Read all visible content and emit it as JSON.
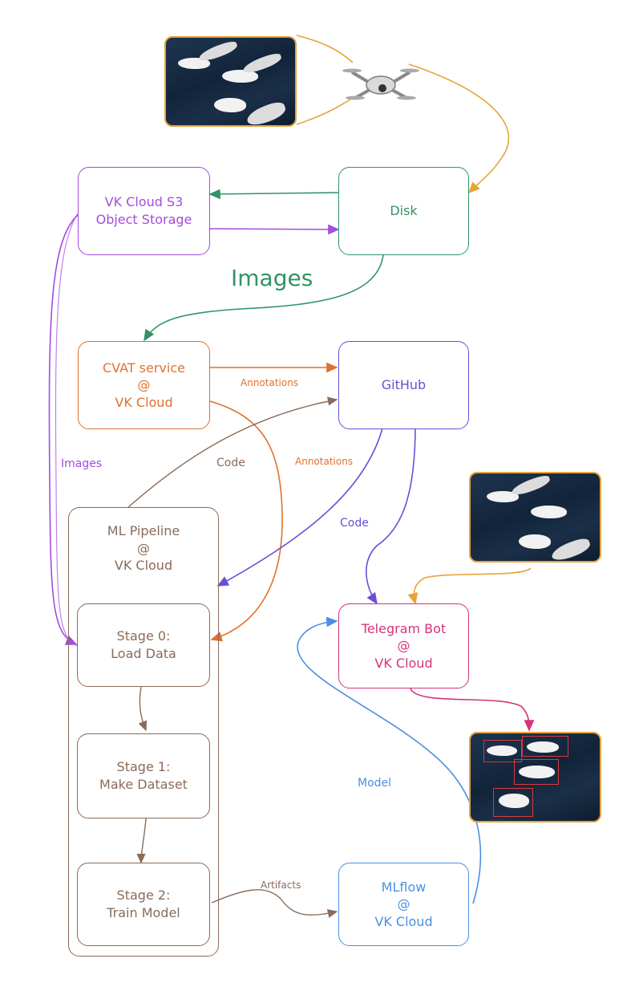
{
  "nodes": {
    "s3": [
      "VK Cloud S3",
      "Object Storage"
    ],
    "disk": [
      "Disk"
    ],
    "cvat": [
      "CVAT service",
      "@",
      "VK Cloud"
    ],
    "github": [
      "GitHub"
    ],
    "ml_pipeline": [
      "ML Pipeline",
      "@",
      "VK Cloud"
    ],
    "stage0": [
      "Stage 0:",
      "Load Data"
    ],
    "stage1": [
      "Stage 1:",
      "Make Dataset"
    ],
    "stage2": [
      "Stage 2:",
      "Train Model"
    ],
    "telegram": [
      "Telegram Bot",
      "@",
      "VK Cloud"
    ],
    "mlflow": [
      "MLflow",
      "@",
      "VK Cloud"
    ]
  },
  "edge_labels": {
    "images_big": "Images",
    "annotations_1": "Annotations",
    "annotations_2": "Annotations",
    "images_side": "Images",
    "code_1": "Code",
    "code_2": "Code",
    "model": "Model",
    "artifacts": "Artifacts"
  },
  "icons": [
    "drone-icon",
    "pelicans-photo-icon",
    "detection-photo-icon"
  ],
  "colors": {
    "s3": "#a44be0",
    "disk": "#2f9466",
    "cvat": "#e0712b",
    "github": "#6a4fd6",
    "pipeline": "#8a6b58",
    "telegram": "#d6337a",
    "mlflow": "#4a90e2",
    "photo": "#e7a43a"
  }
}
